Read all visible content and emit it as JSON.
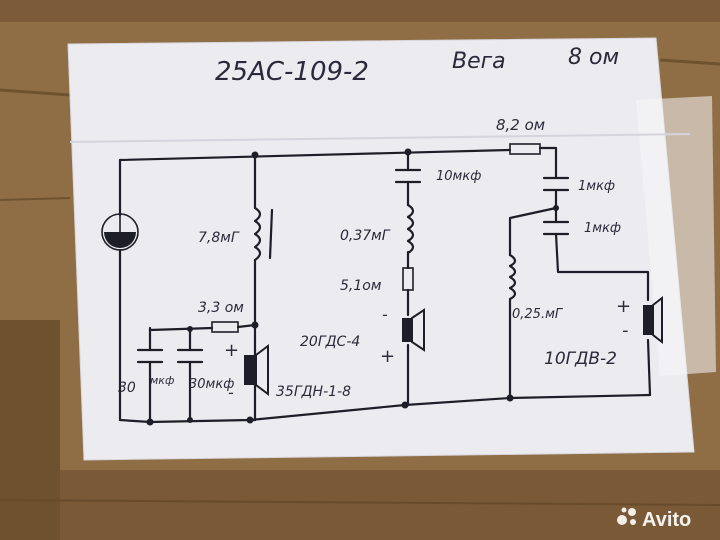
{
  "title": {
    "model": "25АС-109-2",
    "brand": "Вега",
    "impedance": "8 ом"
  },
  "labels": {
    "r_top": "8,2 ом",
    "c_mid": "10мкф",
    "c_high1": "1мкф",
    "c_high2": "1мкф",
    "l_woofer": "7,8мГ",
    "l_mid": "0,37мГ",
    "r_mid": "5,1ом",
    "mid_speaker": "20ГДС-4",
    "l_tweeter": "0,25.мГ",
    "tweeter": "10ГДВ-2",
    "r_low": "3,3 ом",
    "c_low1": "30",
    "c_low1_unit": "мкф",
    "c_low2": "30мкф",
    "woofer": "35ГДН-1-8",
    "plus": "+",
    "minus": "-"
  },
  "watermark": "Avito",
  "colors": {
    "paper": "#eeeef2",
    "ink": "#1e1e28",
    "pen": "#2a2a3a",
    "wood": "#8a6a44"
  }
}
